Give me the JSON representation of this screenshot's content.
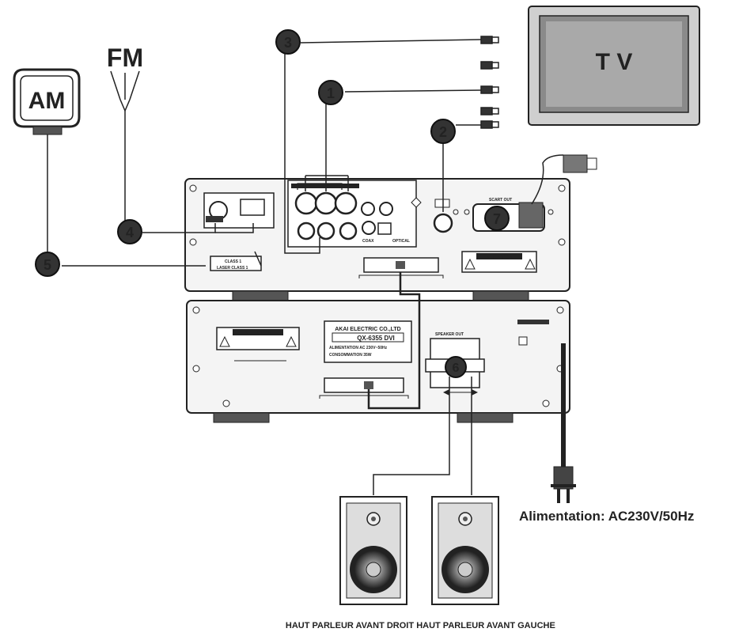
{
  "labels": {
    "tv": "T V",
    "am": "AM",
    "fm": "FM",
    "power": "Alimentation: AC230V/50Hz",
    "speaker_right": "HAUT PARLEUR AVANT DROIT",
    "speaker_left": "HAUT PARLEUR AVANT GAUCHE"
  },
  "callouts": [
    "1",
    "2",
    "3",
    "4",
    "5",
    "6",
    "7"
  ],
  "panel_text": {
    "attention_top": "ATTENTION",
    "attention_bottom": "ATTENTION",
    "laser": "LASER CLASS 1",
    "product": "CLASS 1",
    "brand": "AKAI ELECTRIC CO.,LTD",
    "model": "QX-6355 DVI",
    "alimentation_spec": "ALIMENTATION AC 230V~50Hz",
    "consumption": "CONSOMMATION 35W",
    "scart": "SCART OUT",
    "speaker_out": "SPEAKER OUT",
    "coax": "COAX",
    "optical": "OPTICAL"
  }
}
